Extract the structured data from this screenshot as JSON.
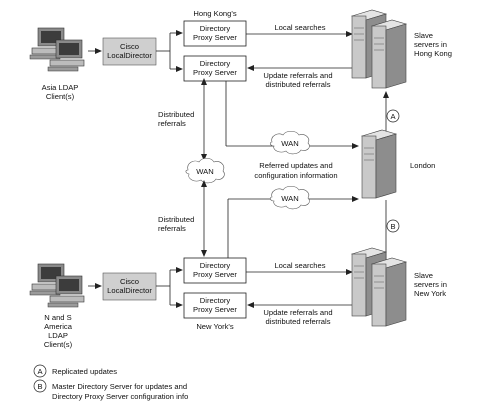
{
  "labels": {
    "hong_kong_title": "Hong Kong's",
    "new_york_title": "New York's",
    "proxy_line1": "Directory",
    "proxy_line2": "Proxy Server",
    "cisco_line1": "Cisco",
    "cisco_line2": "LocalDirector",
    "asia_line1": "Asia LDAP",
    "asia_line2": "Client(s)",
    "na_line1": "N and S",
    "na_line2": "America",
    "na_line3": "LDAP",
    "na_line4": "Client(s)",
    "local_searches": "Local searches",
    "update_line1": "Update referrals and",
    "update_line2": "distributed referrals",
    "distributed_line1": "Distributed",
    "distributed_line2": "referrals",
    "wan": "WAN",
    "referred_line1": "Referred updates and",
    "referred_line2": "configuration information",
    "london": "London",
    "slave_hk_line1": "Slave",
    "slave_hk_line2": "servers in",
    "slave_hk_line3": "Hong Kong",
    "slave_ny_line1": "Slave",
    "slave_ny_line2": "servers in",
    "slave_ny_line3": "New York",
    "marker_a": "A",
    "marker_b": "B"
  },
  "legend": [
    {
      "marker": "A",
      "line1": "Replicated updates",
      "line2": ""
    },
    {
      "marker": "B",
      "line1": "Master Directory Server for updates and",
      "line2": "Directory Proxy Server configuration info"
    }
  ]
}
